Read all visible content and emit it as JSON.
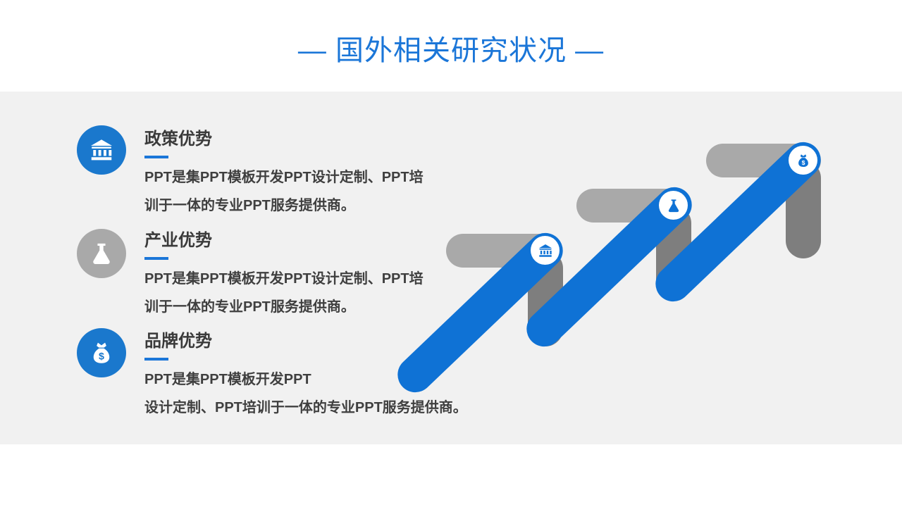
{
  "slide": {
    "title": "— 国外相关研究状况 —"
  },
  "colors": {
    "accent": "#1b76d8",
    "circle_blue": "#1a78cd",
    "diagonal_blue": "#0f72d5",
    "light_gray": "#a9a9a9",
    "dark_gray": "#7e7e7e",
    "content_bg": "#f1f1f1",
    "heading_text": "#3a3a3a",
    "body_text": "#3f3f3f"
  },
  "sections": [
    {
      "icon": "bank-icon",
      "icon_circle_color": "blue",
      "title": "政策优势",
      "lines": [
        "PPT是集PPT模板开发PPT设计定制、PPT培",
        "训于一体的专业PPT服务提供商。"
      ]
    },
    {
      "icon": "flask-icon",
      "icon_circle_color": "gray",
      "title": "产业优势",
      "lines": [
        "PPT是集PPT模板开发PPT设计定制、PPT培",
        "训于一体的专业PPT服务提供商。"
      ]
    },
    {
      "icon": "money-bag-icon",
      "icon_circle_color": "blue",
      "title": "品牌优势",
      "lines": [
        "PPT是集PPT模板开发PPT",
        "设计定制、PPT培训于一体的专业PPT服务提供商。"
      ]
    }
  ],
  "stairs": {
    "steps": [
      {
        "icon": "bank-icon"
      },
      {
        "icon": "flask-icon"
      },
      {
        "icon": "money-bag-icon"
      }
    ]
  }
}
